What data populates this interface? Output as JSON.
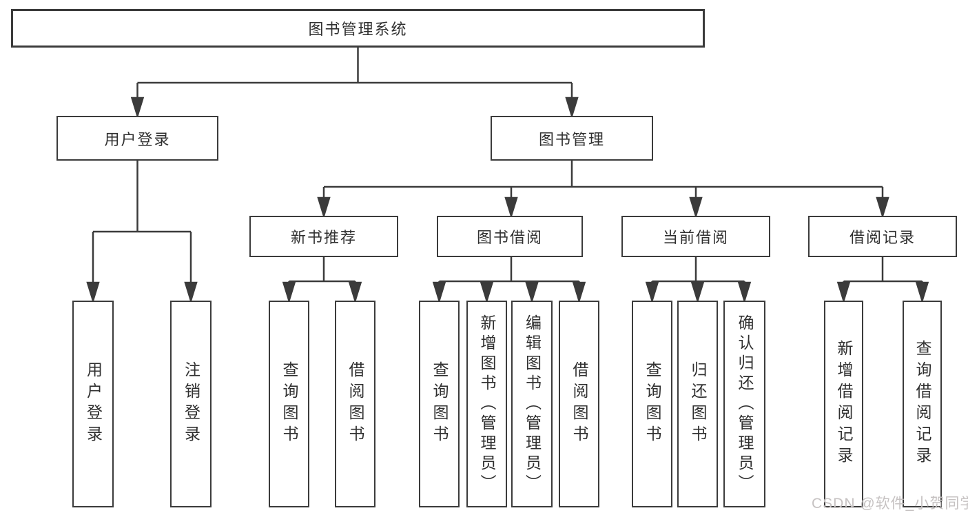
{
  "tree": {
    "root": {
      "label": "图书管理系统"
    },
    "children": [
      {
        "label": "用户登录",
        "children": [
          {
            "label": "用户登录"
          },
          {
            "label": "注销登录"
          }
        ]
      },
      {
        "label": "图书管理",
        "children": [
          {
            "label": "新书推荐",
            "children": [
              {
                "label": "查询图书"
              },
              {
                "label": "借阅图书"
              }
            ]
          },
          {
            "label": "图书借阅",
            "children": [
              {
                "label": "查询图书"
              },
              {
                "label": "新增图书（管理员）"
              },
              {
                "label": "编辑图书（管理员）"
              },
              {
                "label": "借阅图书"
              }
            ]
          },
          {
            "label": "当前借阅",
            "children": [
              {
                "label": "查询图书"
              },
              {
                "label": "归还图书"
              },
              {
                "label": "确认归还（管理员）"
              }
            ]
          },
          {
            "label": "借阅记录",
            "children": [
              {
                "label": "新增借阅记录"
              },
              {
                "label": "查询借阅记录"
              }
            ]
          }
        ]
      }
    ]
  },
  "watermark": {
    "text": "CSDN @软件_小贺同学"
  },
  "colors": {
    "line": "#3b3b3b",
    "box_border": "#3b3b3b",
    "text": "#303030",
    "watermark": "#c6c2c2",
    "background": "#ffffff"
  }
}
